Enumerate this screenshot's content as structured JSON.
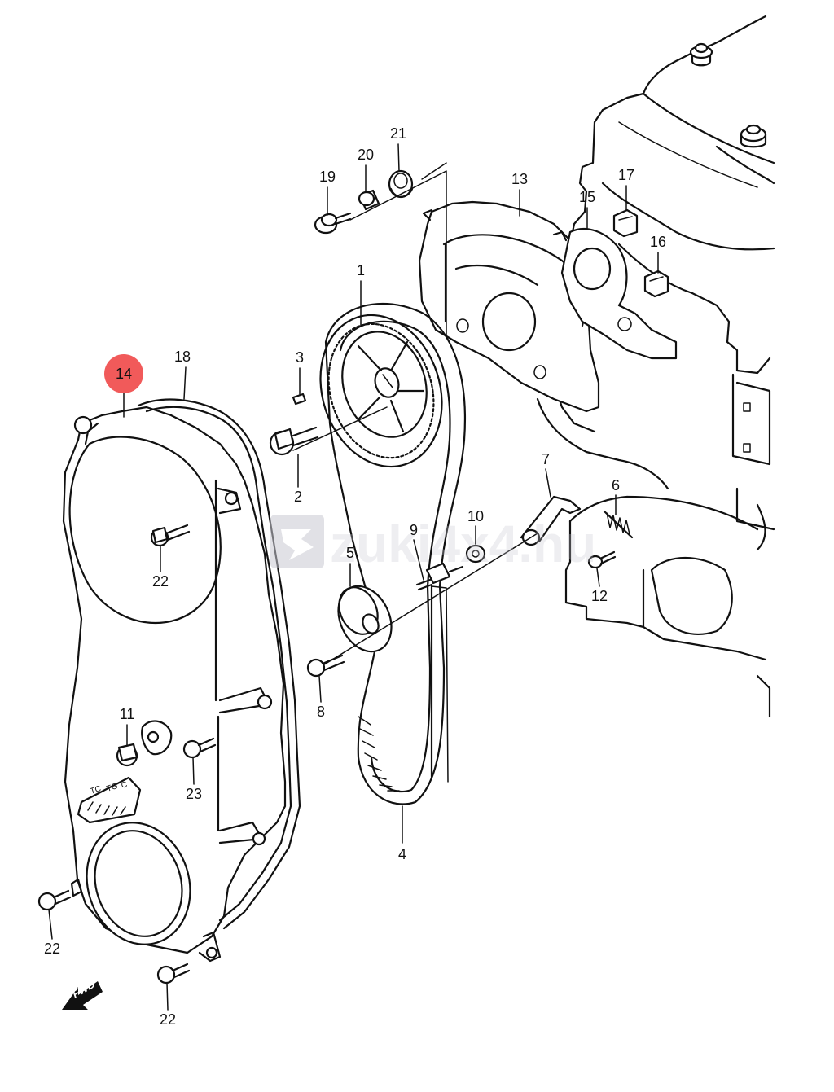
{
  "diagram": {
    "highlight": {
      "number": "14",
      "color": "#f15a5a"
    },
    "callouts": [
      {
        "id": "1",
        "number": "1"
      },
      {
        "id": "2",
        "number": "2"
      },
      {
        "id": "3",
        "number": "3"
      },
      {
        "id": "4",
        "number": "4"
      },
      {
        "id": "5",
        "number": "5"
      },
      {
        "id": "6",
        "number": "6"
      },
      {
        "id": "7",
        "number": "7"
      },
      {
        "id": "8",
        "number": "8"
      },
      {
        "id": "9",
        "number": "9"
      },
      {
        "id": "10",
        "number": "10"
      },
      {
        "id": "11",
        "number": "11"
      },
      {
        "id": "12",
        "number": "12"
      },
      {
        "id": "13",
        "number": "13"
      },
      {
        "id": "15",
        "number": "15"
      },
      {
        "id": "16",
        "number": "16"
      },
      {
        "id": "17",
        "number": "17"
      },
      {
        "id": "18",
        "number": "18"
      },
      {
        "id": "19",
        "number": "19"
      },
      {
        "id": "20",
        "number": "20"
      },
      {
        "id": "21",
        "number": "21"
      },
      {
        "id": "22a",
        "number": "22"
      },
      {
        "id": "22b",
        "number": "22"
      },
      {
        "id": "22c",
        "number": "22"
      },
      {
        "id": "23",
        "number": "23"
      }
    ],
    "direction_arrow": {
      "label": "FWD"
    },
    "watermark": {
      "text": "zuki4x4.hu",
      "color": "#c9c9d2"
    }
  }
}
